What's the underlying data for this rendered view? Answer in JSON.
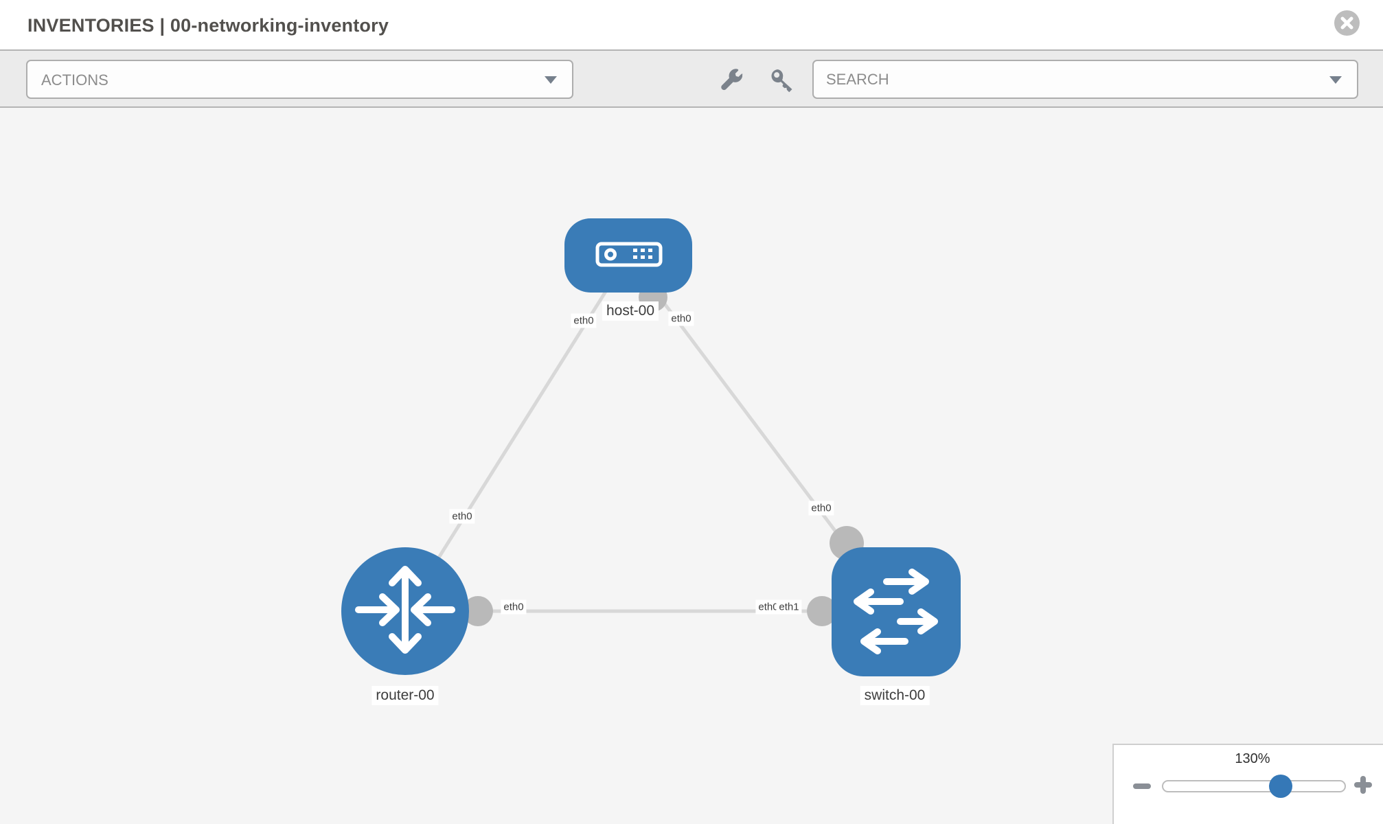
{
  "header": {
    "title": "INVENTORIES | 00-networking-inventory",
    "close_icon": "x-circle-icon"
  },
  "toolbar": {
    "actions_label": "ACTIONS",
    "search_placeholder": "SEARCH",
    "icons": [
      "wrench-icon",
      "key-icon"
    ]
  },
  "topology": {
    "nodes": [
      {
        "id": "host-00",
        "type": "host",
        "label": "host-00"
      },
      {
        "id": "router-00",
        "type": "router",
        "label": "router-00"
      },
      {
        "id": "switch-00",
        "type": "switch",
        "label": "switch-00"
      }
    ],
    "links": [
      {
        "source": "host-00",
        "target": "router-00",
        "source_interface": "eth0",
        "target_interface": "eth0"
      },
      {
        "source": "host-00",
        "target": "switch-00",
        "source_interface": "eth0",
        "target_interface": "eth0"
      },
      {
        "source": "router-00",
        "target": "switch-00",
        "source_interface": "eth0",
        "target_interface": "eth1"
      }
    ],
    "chips": [
      "eth0",
      "eth0",
      "eth0",
      "eth0",
      "eth0",
      "eth0",
      "eth1"
    ]
  },
  "zoom_control": {
    "level": "130%",
    "minus_icon": "minus-icon",
    "plus_icon": "plus-icon"
  },
  "colors": {
    "node_blue": "#3a7cb7",
    "edge_gray": "#d8d8d8",
    "interface_circle_gray": "#b9b9b9",
    "canvas_bg": "#f5f5f5",
    "toolbar_bg": "#ebebeb",
    "knob_blue": "#3578b7"
  }
}
